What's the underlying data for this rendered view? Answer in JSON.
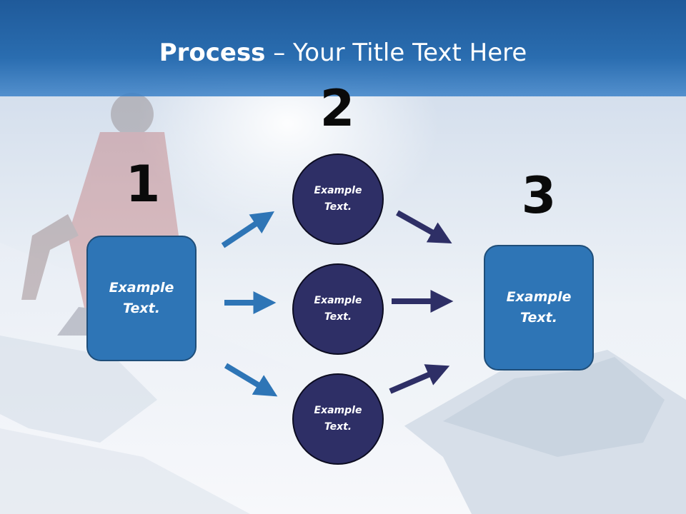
{
  "slide": {
    "title_bold": "Process",
    "title_rest": " – Your Title Text Here",
    "step_numbers": [
      "1",
      "2",
      "3"
    ],
    "left_box": {
      "text": "Example\nText."
    },
    "right_box": {
      "text": "Example\nText."
    },
    "circles": [
      {
        "text": "Example\nText."
      },
      {
        "text": "Example\nText."
      },
      {
        "text": "Example\nText."
      }
    ],
    "colors": {
      "title_bar": "#2a6db0",
      "box_fill": "#2e75b6",
      "circle_fill": "#2e2f66",
      "arrow_blue": "#2e75b6",
      "arrow_navy": "#2e2f66"
    }
  }
}
